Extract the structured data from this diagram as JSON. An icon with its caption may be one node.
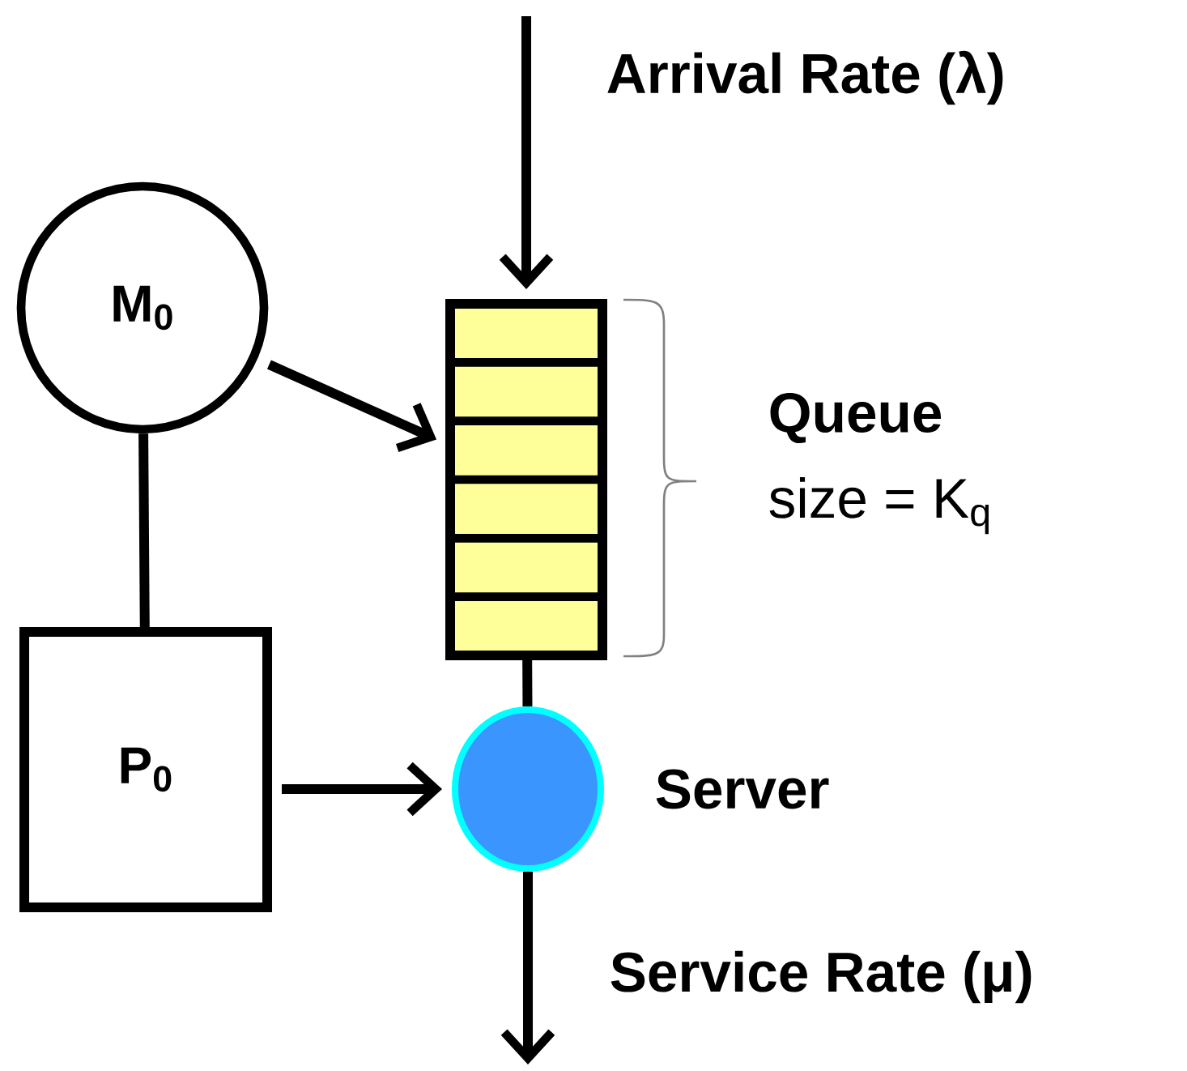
{
  "diagram": {
    "nodes": [
      {
        "text": [
          "M$_{0}$"
        ]
      },
      {
        "text": [],
        "shape": "box",
        "beside": [
          "Queue",
          "size = K$_{q}$"
        ]
      },
      {
        "text": [
          "P$_{0}$"
        ]
      },
      {
        "text": [],
        "shape": "circle",
        "beside": [
          "Server"
        ]
      }
    ],
    "edges": [
      {
        "from": null,
        "to": 1,
        "arrow": "to",
        "label": "Arrival Rate (λ)"
      },
      {
        "from": 0,
        "to": 1,
        "arrow": "to"
      },
      {
        "from": 0,
        "to": 2,
        "arrow": "none"
      },
      {
        "from": 2,
        "to": 3,
        "arrow": "to"
      },
      {
        "from": 1,
        "to": 3,
        "arrow": "none"
      },
      {
        "from": 3,
        "to": null,
        "arrow": "to",
        "label": "Service Rate (μ)"
      }
    ]
  }
}
